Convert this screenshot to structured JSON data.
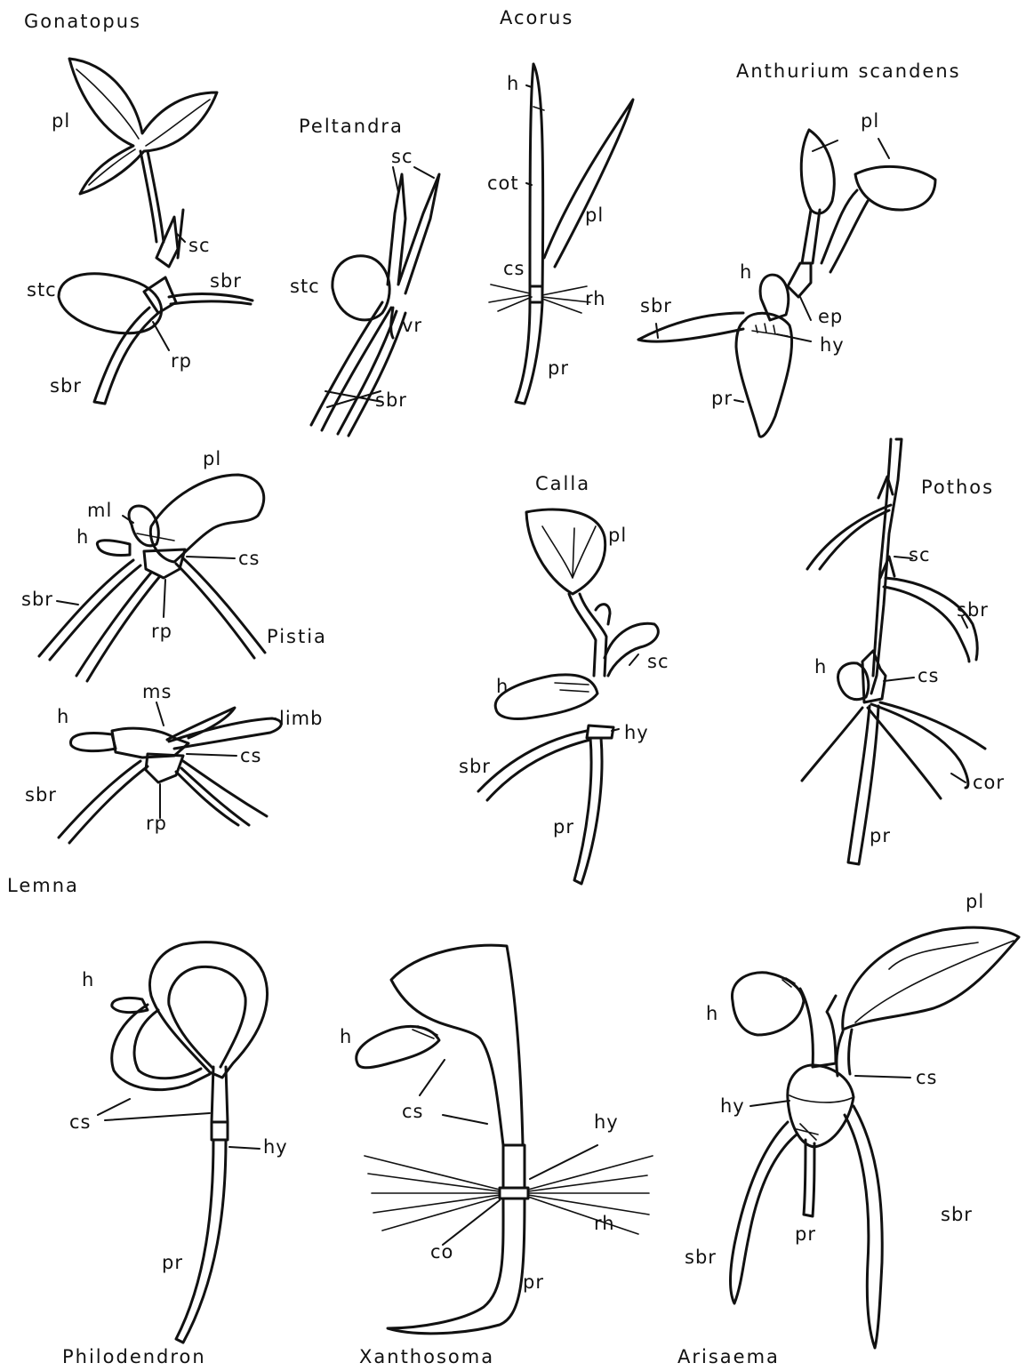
{
  "figure": {
    "species": {
      "gonatopus": "Gonatopus",
      "acorus": "Acorus",
      "anthurium": "Anthurium scandens",
      "peltandra": "Peltandra",
      "calla": "Calla",
      "pothos": "Pothos",
      "pistia": "Pistia",
      "lemna": "Lemna",
      "philodendron": "Philodendron",
      "xanthosoma": "Xanthosoma",
      "arisaema": "Arisaema"
    },
    "labels": {
      "gonatopus": {
        "pl": "pl",
        "sc": "sc",
        "stc": "stc",
        "sbr1": "sbr",
        "sbr2": "sbr",
        "rp": "rp"
      },
      "peltandra": {
        "sc": "sc",
        "stc": "stc",
        "vr": "vr",
        "sbr": "sbr"
      },
      "acorus": {
        "h": "h",
        "cot": "cot",
        "pl": "pl",
        "cs": "cs",
        "rh": "rh",
        "pr": "pr"
      },
      "anthurium": {
        "pl": "pl",
        "h": "h",
        "sbr": "sbr",
        "ep": "ep",
        "hy": "hy",
        "pr": "pr"
      },
      "pistia": {
        "pl": "pl",
        "ml": "ml",
        "h": "h",
        "cs": "cs",
        "sbr": "sbr",
        "rp": "rp"
      },
      "lemna": {
        "ms": "ms",
        "h": "h",
        "limb": "limb",
        "cs": "cs",
        "sbr": "sbr",
        "rp": "rp"
      },
      "calla": {
        "pl": "pl",
        "sc": "sc",
        "h": "h",
        "hy": "hy",
        "sbr": "sbr",
        "pr": "pr"
      },
      "pothos": {
        "sc": "sc",
        "sbr": "sbr",
        "h": "h",
        "cs": "cs",
        "cor": "cor",
        "pr": "pr"
      },
      "philodendron": {
        "h": "h",
        "cs": "cs",
        "hy": "hy",
        "pr": "pr"
      },
      "xanthosoma": {
        "h": "h",
        "cs": "cs",
        "hy": "hy",
        "rh": "rh",
        "co": "co",
        "pr": "pr"
      },
      "arisaema": {
        "pl": "pl",
        "h": "h",
        "cs": "cs",
        "hy": "hy",
        "pr": "pr",
        "sbr1": "sbr",
        "sbr2": "sbr"
      }
    }
  }
}
